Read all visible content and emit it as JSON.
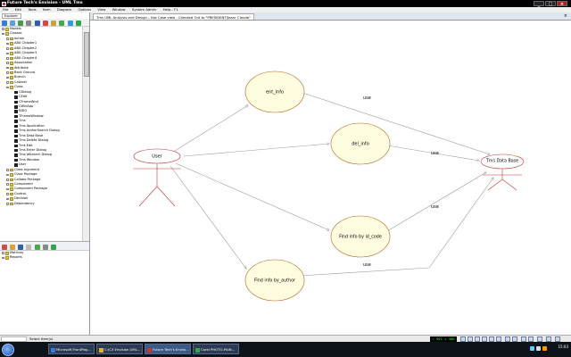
{
  "window": {
    "title": "Future Tech's Envision - UML Tms"
  },
  "menu": [
    "File",
    "Edit",
    "Tools",
    "Item",
    "Diagram",
    "Options",
    "View",
    "Window",
    "System Admin",
    "Help - F1"
  ],
  "explorer": {
    "tab_label": "Explorer",
    "tree": [
      {
        "label": "Models",
        "level": 0,
        "expander": "+",
        "icon": "folder"
      },
      {
        "label": "Classes",
        "level": 0,
        "expander": "-",
        "icon": "folder"
      },
      {
        "label": "Action",
        "level": 1,
        "expander": "+",
        "icon": "folder"
      },
      {
        "label": "ABX Chapter1",
        "level": 1,
        "expander": "+",
        "icon": "folder"
      },
      {
        "label": "ABX Chapter2",
        "level": 1,
        "expander": "+",
        "icon": "folder"
      },
      {
        "label": "ABX Chapter3",
        "level": 1,
        "expander": "+",
        "icon": "folder"
      },
      {
        "label": "ABX Chapter4",
        "level": 1,
        "expander": "+",
        "icon": "folder"
      },
      {
        "label": "Association",
        "level": 1,
        "expander": "+",
        "icon": "folder"
      },
      {
        "label": "Attribute",
        "level": 1,
        "expander": "+",
        "icon": "folder"
      },
      {
        "label": "Back Ground",
        "level": 1,
        "expander": "+",
        "icon": "folder"
      },
      {
        "label": "Branch",
        "level": 1,
        "expander": "+",
        "icon": "folder"
      },
      {
        "label": "Cabinet",
        "level": 1,
        "expander": "+",
        "icon": "folder"
      },
      {
        "label": "Class",
        "level": 1,
        "expander": "-",
        "icon": "folder"
      },
      {
        "label": "CDialog",
        "level": 2,
        "expander": "",
        "icon": "cls"
      },
      {
        "label": "CEdit",
        "level": 2,
        "expander": "",
        "icon": "cls"
      },
      {
        "label": "CFrameWnd",
        "level": 2,
        "expander": "",
        "icon": "cls"
      },
      {
        "label": "CWinApp",
        "level": 2,
        "expander": "",
        "icon": "cls"
      },
      {
        "label": "RDIO",
        "level": 2,
        "expander": "",
        "icon": "cls"
      },
      {
        "label": "TFrameWindow",
        "level": 2,
        "expander": "",
        "icon": "cls"
      },
      {
        "label": "Tms",
        "level": 2,
        "expander": "",
        "icon": "cls"
      },
      {
        "label": "Tms Application",
        "level": 2,
        "expander": "",
        "icon": "cls"
      },
      {
        "label": "Tms AuthorSearch Dialog",
        "level": 2,
        "expander": "",
        "icon": "cls"
      },
      {
        "label": "Tms Data Base",
        "level": 2,
        "expander": "",
        "icon": "cls"
      },
      {
        "label": "Tms Delete Dialog",
        "level": 2,
        "expander": "",
        "icon": "cls"
      },
      {
        "label": "Tms Edit",
        "level": 2,
        "expander": "",
        "icon": "cls"
      },
      {
        "label": "Tms Enter Dialog",
        "level": 2,
        "expander": "",
        "icon": "cls"
      },
      {
        "label": "Tms IdSearch Dialog",
        "level": 2,
        "expander": "",
        "icon": "cls"
      },
      {
        "label": "Tms Window",
        "level": 2,
        "expander": "",
        "icon": "cls"
      },
      {
        "label": "User",
        "level": 2,
        "expander": "",
        "icon": "cls"
      },
      {
        "label": "Class argument",
        "level": 1,
        "expander": "+",
        "icon": "folder"
      },
      {
        "label": "Class Package",
        "level": 1,
        "expander": "+",
        "icon": "folder"
      },
      {
        "label": "Collabo Package",
        "level": 1,
        "expander": "+",
        "icon": "folder"
      },
      {
        "label": "Component",
        "level": 1,
        "expander": "+",
        "icon": "folder"
      },
      {
        "label": "Component Package",
        "level": 1,
        "expander": "+",
        "icon": "folder"
      },
      {
        "label": "Control",
        "level": 1,
        "expander": "+",
        "icon": "folder"
      },
      {
        "label": "Decision",
        "level": 1,
        "expander": "+",
        "icon": "folder"
      },
      {
        "label": "Dependency",
        "level": 1,
        "expander": "+",
        "icon": "folder"
      }
    ],
    "lower_tree": [
      {
        "label": "Matrices",
        "icon": "folder"
      },
      {
        "label": "Reports",
        "icon": "folder"
      }
    ]
  },
  "document": {
    "tab_title": "Tms UML Analysis and Design - Use Case view - Checked Out to \"PRESIDENT/Jeanr Claude\""
  },
  "diagram": {
    "actors": {
      "user": "User",
      "db": "Tms Data Base"
    },
    "usecases": {
      "ent": "ent_info",
      "del": "del_info",
      "fid": "Find info by id_code",
      "fau": "Find info by_author"
    },
    "relations": {
      "use1": "use",
      "use2": "use",
      "use3": "use",
      "use4": "use"
    },
    "colors": {
      "usecase_fill": "#fffde0",
      "usecase_stroke": "#b5651d",
      "actor_stroke": "#c0392b",
      "line": "#9a9a9a"
    }
  },
  "statusbar": {
    "message": "Select item(s)",
    "coords": "< 901 y 306"
  },
  "taskbar": {
    "items": [
      {
        "label": "Microsoft FrontPag...",
        "color": "#3a7bd5"
      },
      {
        "label": "C:\\C3 Envision UML...",
        "color": "#e0b030"
      },
      {
        "label": "Future Tech's Envisi...",
        "color": "#c33"
      },
      {
        "label": "Corel PHOTO-PAIN...",
        "color": "#2ea84a"
      }
    ],
    "clock": "15:03"
  }
}
